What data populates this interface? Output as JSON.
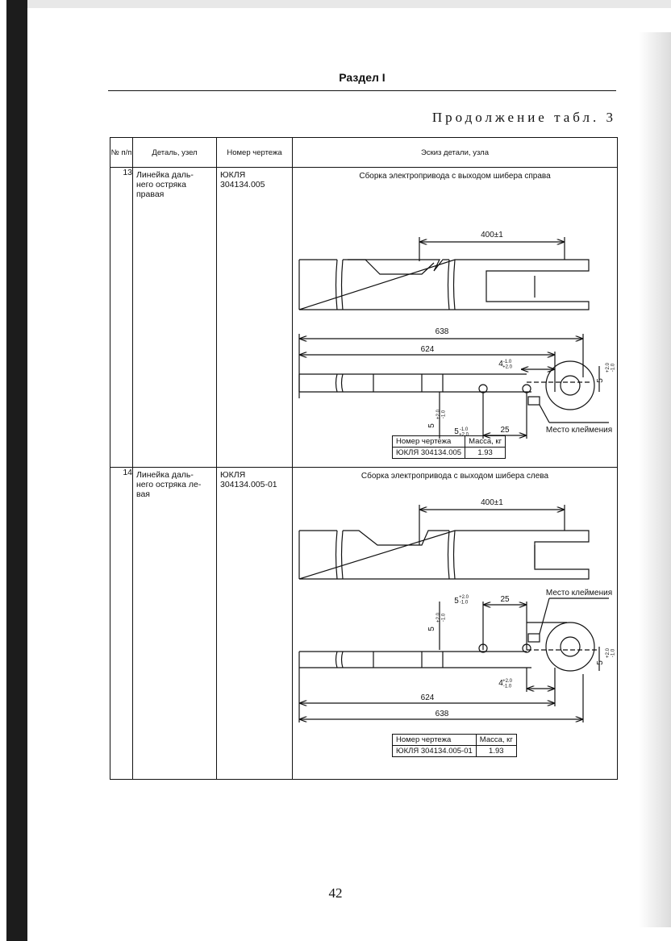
{
  "header": {
    "section_title": "Раздел I",
    "continuation": "Продолжение табл. 3"
  },
  "table": {
    "headers": {
      "num": "№ п/п",
      "part": "Деталь, узел",
      "drawing": "Номер чертежа",
      "sketch": "Эскиз детали, узла"
    },
    "rows": [
      {
        "num": "13",
        "part": "Линейка даль-\nнего остряка\nправая",
        "drawing": "ЮКЛЯ\n304134.005",
        "sketch": {
          "title": "Сборка электропривода с выходом шибера справа",
          "dims": {
            "top_length": "400±1",
            "overall": "638",
            "inner": "624",
            "offset_a": "4",
            "offset_a_tol": "-1.0\n+2.0",
            "side": "5",
            "side_tol": "+2.0\n-1.0",
            "left": "5",
            "left_tol": "+2.0\n-1.0",
            "mid": "5",
            "mid_tol": "-1.0\n+2.0",
            "gap": "25"
          },
          "mark_label": "Место клеймения",
          "spec": {
            "h_drawing": "Номер чертежа",
            "h_mass": "Масса, кг",
            "drawing": "ЮКЛЯ 304134.005",
            "mass": "1.93"
          }
        }
      },
      {
        "num": "14",
        "part": "Линейка даль-\nнего остряка ле-\nвая",
        "drawing": "ЮКЛЯ\n304134.005-01",
        "sketch": {
          "title": "Сборка электропривода с выходом шибера слева",
          "dims": {
            "top_length": "400±1",
            "overall": "638",
            "inner": "624",
            "offset_a": "4",
            "offset_a_tol": "+2.0\n-1.0",
            "side": "5",
            "side_tol": "+2.0\n-1.0",
            "left": "5",
            "left_tol": "+2.0\n-1.0",
            "mid": "5",
            "mid_tol": "+2.0\n-1.0",
            "gap": "25"
          },
          "mark_label": "Место клеймения",
          "spec": {
            "h_drawing": "Номер чертежа",
            "h_mass": "Масса, кг",
            "drawing": "ЮКЛЯ 304134.005-01",
            "mass": "1.93"
          }
        }
      }
    ]
  },
  "footer": {
    "page_number": "42"
  }
}
